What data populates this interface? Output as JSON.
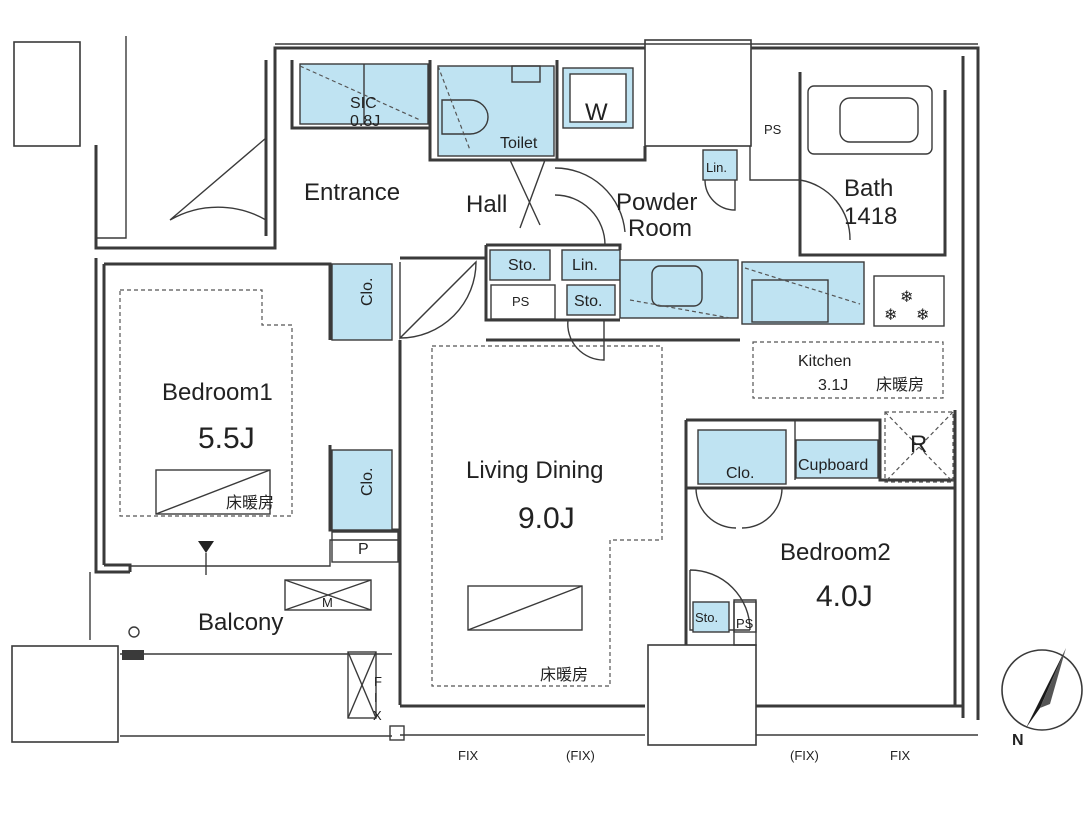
{
  "rooms": {
    "sic": "SIC",
    "sic_area": "0.8J",
    "toilet": "Toilet",
    "w": "W",
    "ps_top": "PS",
    "entrance": "Entrance",
    "hall": "Hall",
    "powder_room_1": "Powder",
    "powder_room_2": "Room",
    "bath": "Bath",
    "bath_size": "1418",
    "lin_top": "Lin.",
    "sto_hall": "Sto.",
    "lin_hall": "Lin.",
    "ps_hall": "PS",
    "sto_hall2": "Sto.",
    "clo_bed1_top": "Clo.",
    "clo_bed1_bottom": "Clo.",
    "kitchen": "Kitchen",
    "kitchen_area": "3.1J",
    "kitchen_heating": "床暖房",
    "bedroom1": "Bedroom1",
    "bedroom1_area": "5.5J",
    "bedroom1_heating": "床暖房",
    "living_dining": "Living Dining",
    "living_area": "9.0J",
    "living_heating": "床暖房",
    "clo_bed2": "Clo.",
    "cupboard": "Cupboard",
    "r": "R",
    "bedroom2": "Bedroom2",
    "bedroom2_area": "4.0J",
    "sto_bed2": "Sto.",
    "ps_bed2": "PS",
    "p": "P",
    "balcony": "Balcony",
    "m": "M",
    "fix_v1": "F",
    "fix_v2": "I",
    "fix_v3": "X"
  },
  "windows": {
    "fix1": "FIX",
    "fix2": "(FIX)",
    "fix3": "(FIX)",
    "fix4": "FIX"
  },
  "compass": {
    "north": "N"
  },
  "colors": {
    "fixture": "#bfe3f2",
    "wall": "#3a3a3a"
  }
}
